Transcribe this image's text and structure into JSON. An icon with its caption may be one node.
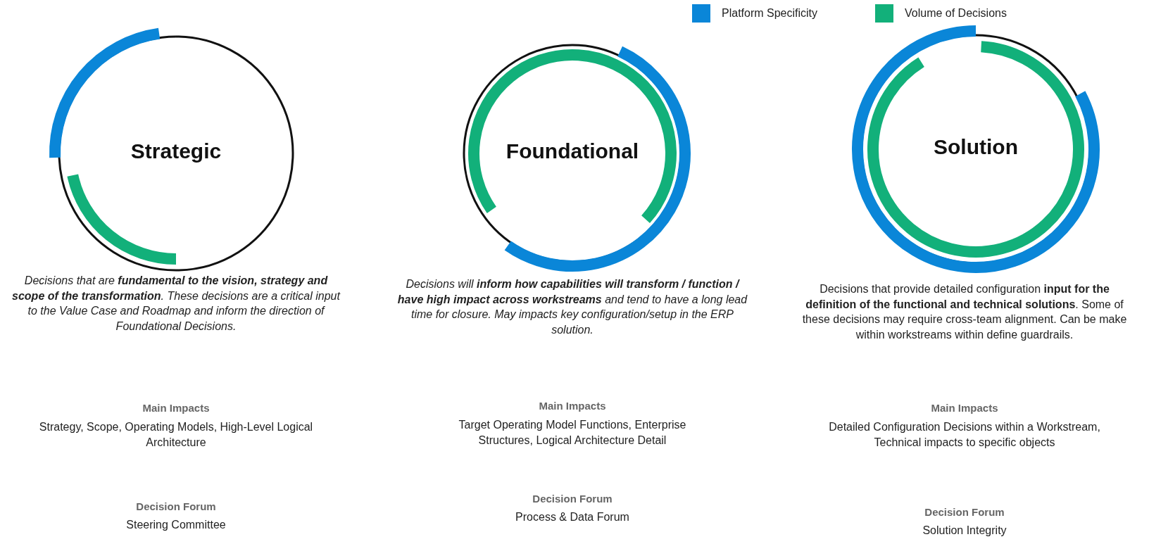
{
  "diagram": {
    "nodes": [
      {
        "text": [
          "Strategic"
        ]
      },
      {
        "text": [
          "Foundational"
        ]
      },
      {
        "text": [
          "Solution"
        ]
      }
    ],
    "labels": [
      "Decisions that are **fundamental  to the vision, strategy and scope of the transformation**.  These decisions are a critical input to the Value Case and Roadmap and inform the direction of Foundational  Decisions.",
      "Main Impacts",
      "Strategy, Scope, Operating Models, High-Level Logical Architecture",
      "Decision Forum",
      "Steering Committee",
      "Decisions will **inform how capabilities will transform / function / have high impact across workstreams** and tend to have a long lead time for closure. May impacts key configuration/setup in the ERP solution.",
      "Main Impacts",
      "Target Operating Model Functions, Enterprise Structures, Logical Architecture Detail",
      "Decision Forum",
      "Process & Data Forum",
      "Decisions that provide detailed configuration **input for the definition of the functional and technical solutions**. Some of these decisions may require cross-team alignment. Can be make within workstreams within define guardrails.",
      "Main Impacts",
      "Detailed Configuration Decisions within a Workstream,  Technical impacts to specific objects",
      "Decision Forum",
      "Solution Integrity"
    ],
    "legend": [
      {
        "text": "Platform Specificity",
        "color": "#0a86d8"
      },
      {
        "text": "Volume of Decisions",
        "color": "#12b07a"
      }
    ]
  }
}
